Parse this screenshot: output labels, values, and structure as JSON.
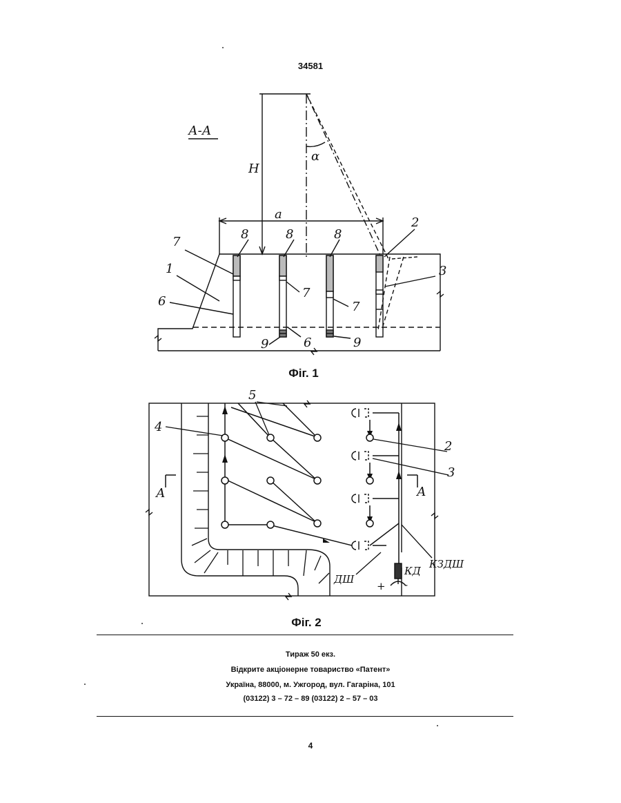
{
  "header": {
    "patent_number": "34581"
  },
  "fig1": {
    "caption": "Фіг. 1",
    "section_label": "А-А",
    "labels": {
      "H": "Н",
      "alpha": "α",
      "a": "а",
      "n1": "1",
      "n2": "2",
      "n3": "3",
      "n6a": "6",
      "n6b": "6",
      "n7a": "7",
      "n7b": "7",
      "n7c": "7",
      "n8a": "8",
      "n8b": "8",
      "n8c": "8",
      "n9a": "9",
      "n9b": "9"
    }
  },
  "fig2": {
    "caption": "Фіг. 2",
    "labels": {
      "n4": "4",
      "n5": "5",
      "n2": "2",
      "n3": "3",
      "sectionA_left": "А",
      "sectionA_right": "А",
      "dsh": "ДШ",
      "kzdsh": "КЗДШ",
      "kd": "КД",
      "plus": "+",
      "minus": "-"
    }
  },
  "imprint": {
    "line1": "Тираж 50 екз.",
    "line2": "Відкрите акціонерне товариство «Патент»",
    "line3": "Україна, 88000, м. Ужгород, вул. Гагаріна, 101",
    "line4": "(03122) 3 – 72 – 89   (03122) 2 – 57 – 03"
  },
  "page_number": "4"
}
